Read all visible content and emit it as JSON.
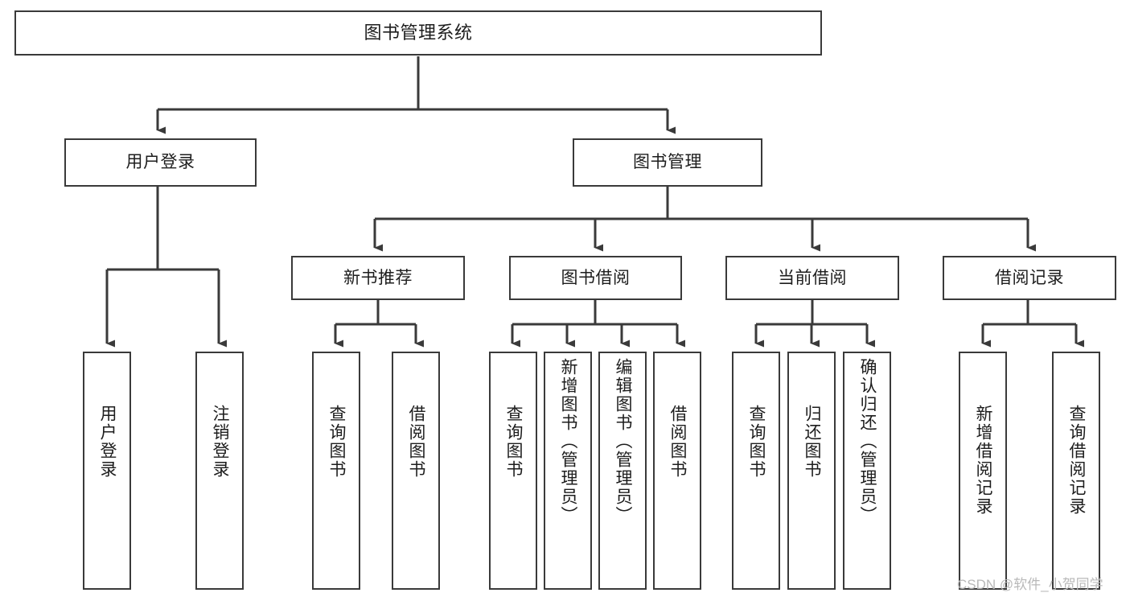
{
  "diagram": {
    "title": "图书管理系统",
    "type": "tree-hierarchy",
    "orientation": "top-down",
    "line_color": "#3a3a3a",
    "box_fill": "#ffffff",
    "text_color": "#1d1d1d"
  },
  "root": {
    "label": "图书管理系统"
  },
  "level1": [
    {
      "label": "用户登录"
    },
    {
      "label": "图书管理"
    }
  ],
  "level2": [
    {
      "label": "新书推荐"
    },
    {
      "label": "图书借阅"
    },
    {
      "label": "当前借阅"
    },
    {
      "label": "借阅记录"
    }
  ],
  "leaves": {
    "user_login": [
      {
        "label": "用户登录"
      },
      {
        "label": "注销登录"
      }
    ],
    "new_book_recommend": [
      {
        "label": "查询图书"
      },
      {
        "label": "借阅图书"
      }
    ],
    "book_borrow": [
      {
        "label": "查询图书"
      },
      {
        "label": "新增图书（管理员）"
      },
      {
        "label": "编辑图书（管理员）"
      },
      {
        "label": "借阅图书"
      }
    ],
    "current_borrow": [
      {
        "label": "查询图书"
      },
      {
        "label": "归还图书"
      },
      {
        "label": "确认归还（管理员）"
      }
    ],
    "borrow_record": [
      {
        "label": "新增借阅记录"
      },
      {
        "label": "查询借阅记录"
      }
    ]
  },
  "watermark": {
    "text": "CSDN @软件_小贺同学"
  }
}
